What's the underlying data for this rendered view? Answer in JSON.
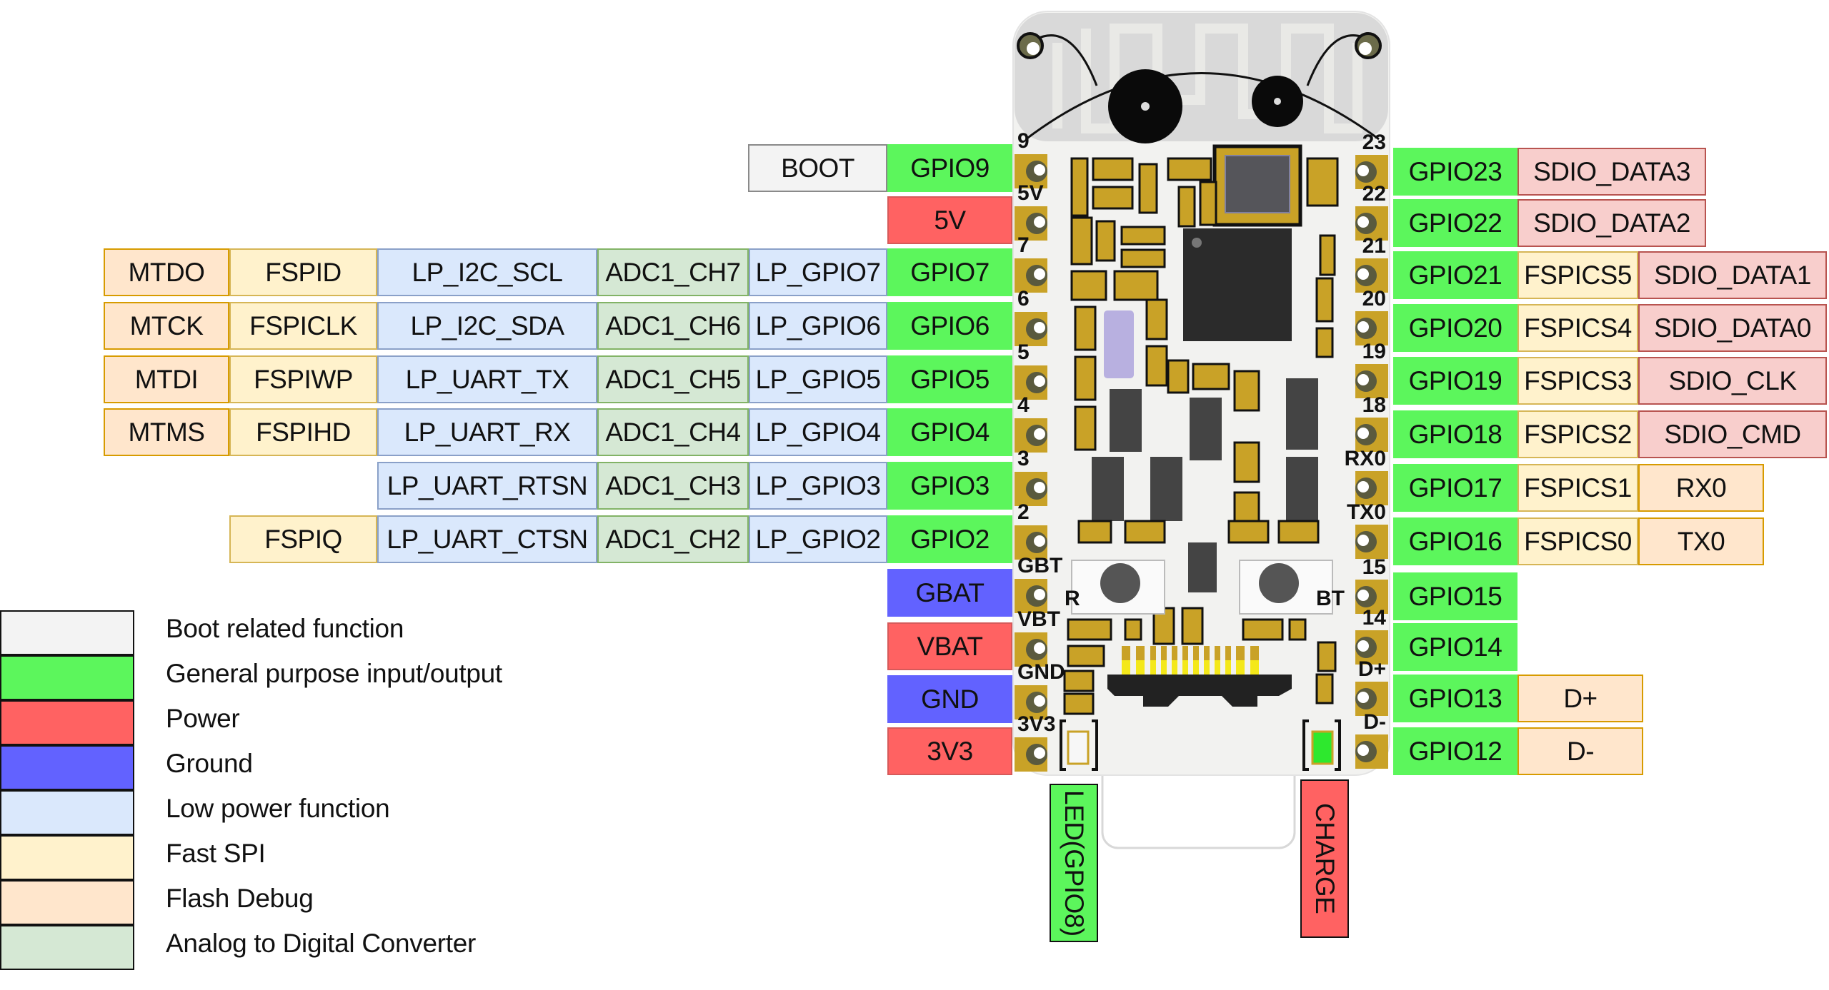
{
  "colors": {
    "boot": "#f3f3f3",
    "gpio": "#5cf65c",
    "power": "#ff6262",
    "ground": "#6262ff",
    "low_power": "#dae8fc",
    "fast_spi": "#fff2cc",
    "flash_debug": "#ffe6cc",
    "adc": "#d5e8d4",
    "sdio": "#f8cecc",
    "pcb_gold": "#c9a227",
    "pcb_white": "#f4f4f2"
  },
  "left_pins": [
    {
      "pin": "GPIO9",
      "type": "gpio",
      "functions": [
        {
          "label": "BOOT",
          "type": "boot"
        }
      ]
    },
    {
      "pin": "5V",
      "type": "power",
      "functions": []
    },
    {
      "pin": "GPIO7",
      "type": "gpio",
      "functions": [
        {
          "label": "MTDO",
          "type": "flash"
        },
        {
          "label": "FSPID",
          "type": "fspi"
        },
        {
          "label": "LP_I2C_SCL",
          "type": "lp"
        },
        {
          "label": "ADC1_CH7",
          "type": "adc"
        },
        {
          "label": "LP_GPIO7",
          "type": "lp"
        }
      ]
    },
    {
      "pin": "GPIO6",
      "type": "gpio",
      "functions": [
        {
          "label": "MTCK",
          "type": "flash"
        },
        {
          "label": "FSPICLK",
          "type": "fspi"
        },
        {
          "label": "LP_I2C_SDA",
          "type": "lp"
        },
        {
          "label": "ADC1_CH6",
          "type": "adc"
        },
        {
          "label": "LP_GPIO6",
          "type": "lp"
        }
      ]
    },
    {
      "pin": "GPIO5",
      "type": "gpio",
      "functions": [
        {
          "label": "MTDI",
          "type": "flash"
        },
        {
          "label": "FSPIWP",
          "type": "fspi"
        },
        {
          "label": "LP_UART_TX",
          "type": "lp"
        },
        {
          "label": "ADC1_CH5",
          "type": "adc"
        },
        {
          "label": "LP_GPIO5",
          "type": "lp"
        }
      ]
    },
    {
      "pin": "GPIO4",
      "type": "gpio",
      "functions": [
        {
          "label": "MTMS",
          "type": "flash"
        },
        {
          "label": "FSPIHD",
          "type": "fspi"
        },
        {
          "label": "LP_UART_RX",
          "type": "lp"
        },
        {
          "label": "ADC1_CH4",
          "type": "adc"
        },
        {
          "label": "LP_GPIO4",
          "type": "lp"
        }
      ]
    },
    {
      "pin": "GPIO3",
      "type": "gpio",
      "functions": [
        {
          "label": "LP_UART_RTSN",
          "type": "lp"
        },
        {
          "label": "ADC1_CH3",
          "type": "adc"
        },
        {
          "label": "LP_GPIO3",
          "type": "lp"
        }
      ]
    },
    {
      "pin": "GPIO2",
      "type": "gpio",
      "functions": [
        {
          "label": "FSPIQ",
          "type": "fspi"
        },
        {
          "label": "LP_UART_CTSN",
          "type": "lp"
        },
        {
          "label": "ADC1_CH2",
          "type": "adc"
        },
        {
          "label": "LP_GPIO2",
          "type": "lp"
        }
      ]
    },
    {
      "pin": "GBAT",
      "type": "gnd",
      "functions": []
    },
    {
      "pin": "VBAT",
      "type": "power",
      "functions": []
    },
    {
      "pin": "GND",
      "type": "gnd",
      "functions": []
    },
    {
      "pin": "3V3",
      "type": "power",
      "functions": []
    }
  ],
  "right_pins": [
    {
      "pin": "GPIO23",
      "type": "gpio",
      "functions": [
        {
          "label": "SDIO_DATA3",
          "type": "sdio"
        }
      ]
    },
    {
      "pin": "GPIO22",
      "type": "gpio",
      "functions": [
        {
          "label": "SDIO_DATA2",
          "type": "sdio"
        }
      ]
    },
    {
      "pin": "GPIO21",
      "type": "gpio",
      "functions": [
        {
          "label": "FSPICS5",
          "type": "fspi"
        },
        {
          "label": "SDIO_DATA1",
          "type": "sdio"
        }
      ]
    },
    {
      "pin": "GPIO20",
      "type": "gpio",
      "functions": [
        {
          "label": "FSPICS4",
          "type": "fspi"
        },
        {
          "label": "SDIO_DATA0",
          "type": "sdio"
        }
      ]
    },
    {
      "pin": "GPIO19",
      "type": "gpio",
      "functions": [
        {
          "label": "FSPICS3",
          "type": "fspi"
        },
        {
          "label": "SDIO_CLK",
          "type": "sdio"
        }
      ]
    },
    {
      "pin": "GPIO18",
      "type": "gpio",
      "functions": [
        {
          "label": "FSPICS2",
          "type": "fspi"
        },
        {
          "label": "SDIO_CMD",
          "type": "sdio"
        }
      ]
    },
    {
      "pin": "GPIO17",
      "type": "gpio",
      "functions": [
        {
          "label": "FSPICS1",
          "type": "fspi"
        },
        {
          "label": "RX0",
          "type": "flash"
        }
      ]
    },
    {
      "pin": "GPIO16",
      "type": "gpio",
      "functions": [
        {
          "label": "FSPICS0",
          "type": "fspi"
        },
        {
          "label": "TX0",
          "type": "flash"
        }
      ]
    },
    {
      "pin": "GPIO15",
      "type": "gpio",
      "functions": []
    },
    {
      "pin": "GPIO14",
      "type": "gpio",
      "functions": []
    },
    {
      "pin": "GPIO13",
      "type": "gpio",
      "functions": [
        {
          "label": "D+",
          "type": "flash"
        }
      ]
    },
    {
      "pin": "GPIO12",
      "type": "gpio",
      "functions": [
        {
          "label": "D-",
          "type": "flash"
        }
      ]
    }
  ],
  "bottom_labels": [
    {
      "label": "LED(GPIO8)",
      "type": "gpio"
    },
    {
      "label": "CHARGE",
      "type": "power"
    }
  ],
  "silkscreen": {
    "left": [
      "9",
      "5V",
      "7",
      "6",
      "5",
      "4",
      "3",
      "2",
      "GBT",
      "VBT",
      "GND",
      "3V3"
    ],
    "right": [
      "23",
      "22",
      "21",
      "20",
      "19",
      "18",
      "RX0",
      "TX0",
      "15",
      "14",
      "D+",
      "D-"
    ],
    "button_left": "R",
    "button_right": "BT"
  },
  "legend": [
    {
      "label": "Boot related function",
      "type": "boot"
    },
    {
      "label": "General purpose input/output",
      "type": "gpio"
    },
    {
      "label": "Power",
      "type": "power"
    },
    {
      "label": "Ground",
      "type": "gnd"
    },
    {
      "label": "Low power function",
      "type": "lp"
    },
    {
      "label": "Fast SPI",
      "type": "fspi"
    },
    {
      "label": "Flash Debug",
      "type": "flash"
    },
    {
      "label": "Analog to Digital Converter",
      "type": "adc"
    }
  ]
}
